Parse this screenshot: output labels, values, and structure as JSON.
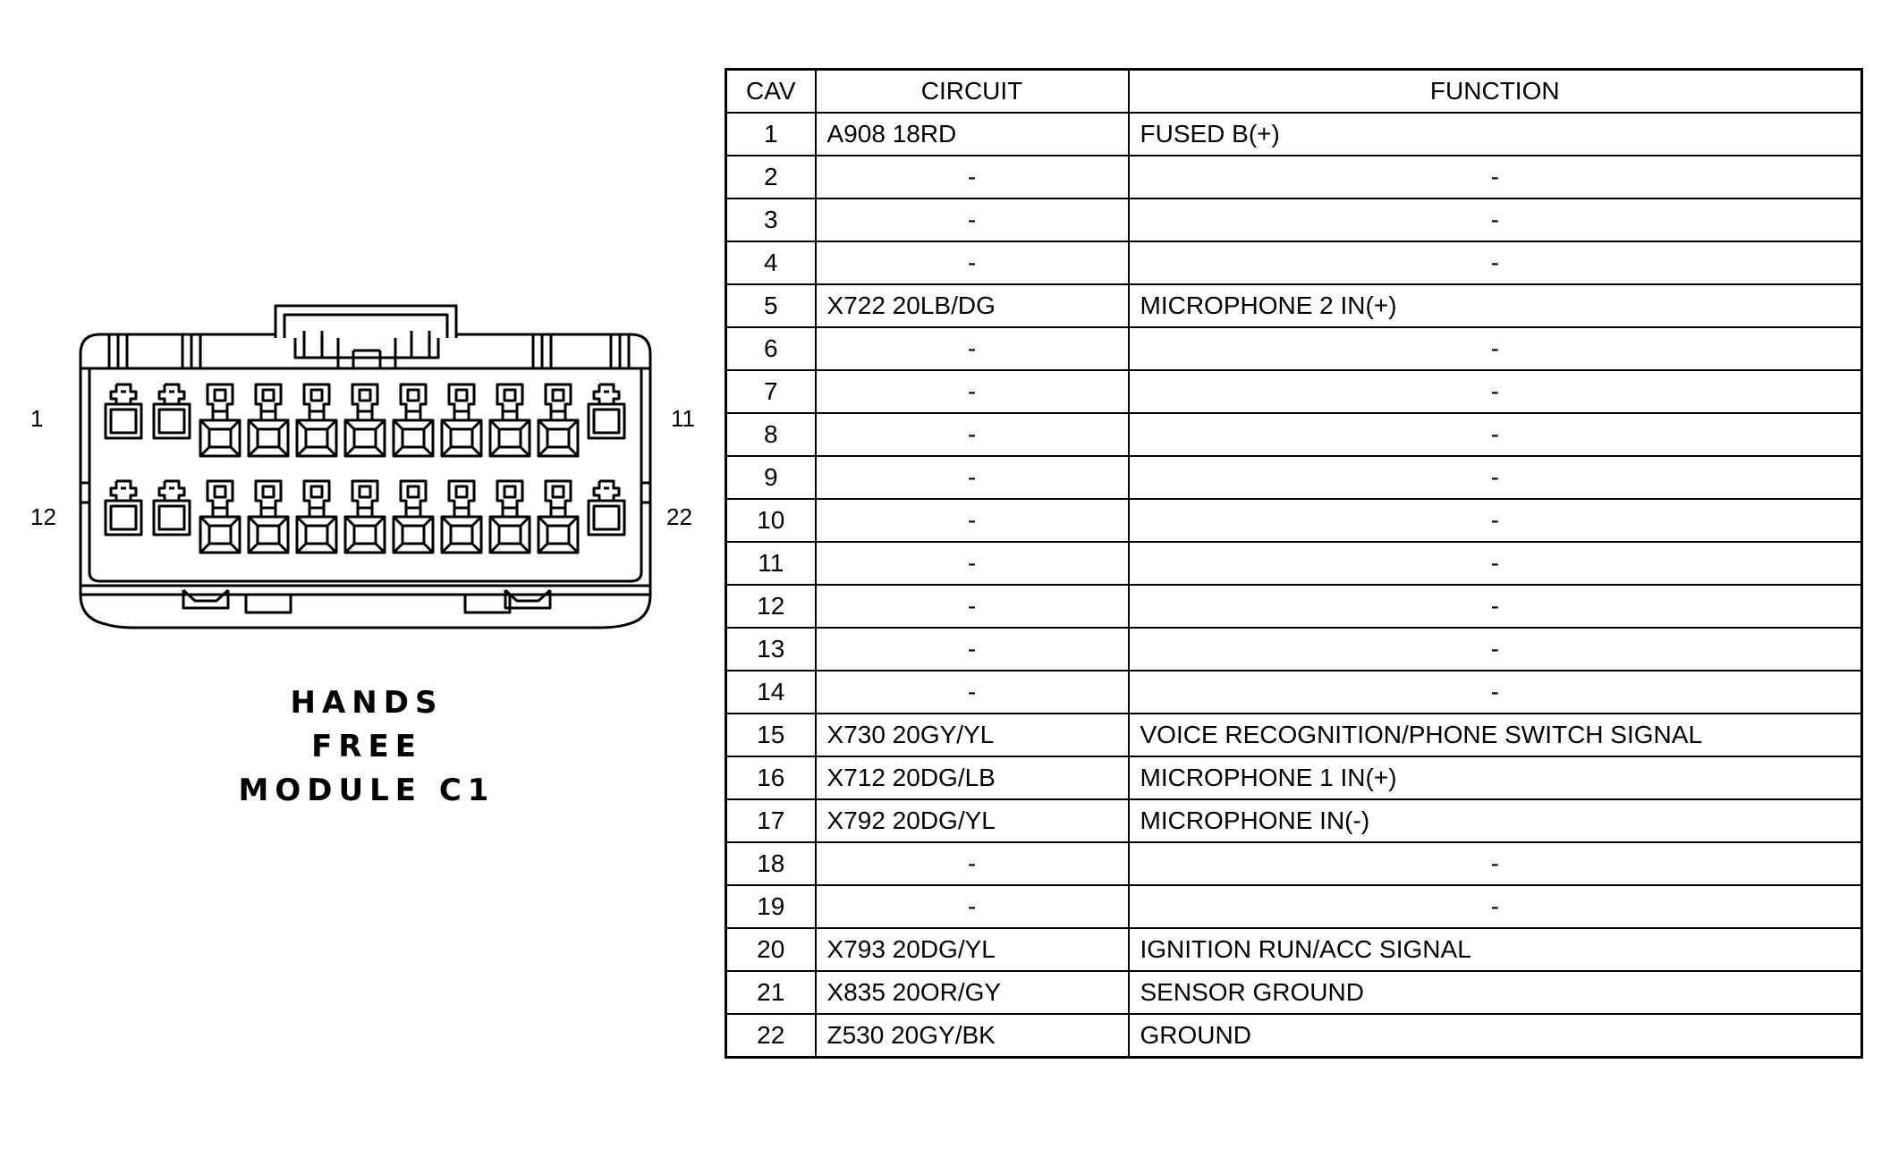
{
  "connector": {
    "title_lines": [
      "HANDS",
      "FREE",
      "MODULE C1"
    ],
    "pin_labels": {
      "top_left": "1",
      "top_right": "11",
      "bottom_left": "12",
      "bottom_right": "22"
    }
  },
  "table": {
    "headers": {
      "cav": "CAV",
      "circuit": "CIRCUIT",
      "function": "FUNCTION"
    },
    "rows": [
      {
        "cav": "1",
        "circuit": "A908 18RD",
        "function": "FUSED B(+)"
      },
      {
        "cav": "2",
        "circuit": "-",
        "function": "-"
      },
      {
        "cav": "3",
        "circuit": "-",
        "function": "-"
      },
      {
        "cav": "4",
        "circuit": "-",
        "function": "-"
      },
      {
        "cav": "5",
        "circuit": "X722 20LB/DG",
        "function": "MICROPHONE 2 IN(+)"
      },
      {
        "cav": "6",
        "circuit": "-",
        "function": "-"
      },
      {
        "cav": "7",
        "circuit": "-",
        "function": "-"
      },
      {
        "cav": "8",
        "circuit": "-",
        "function": "-"
      },
      {
        "cav": "9",
        "circuit": "-",
        "function": "-"
      },
      {
        "cav": "10",
        "circuit": "-",
        "function": "-"
      },
      {
        "cav": "11",
        "circuit": "-",
        "function": "-"
      },
      {
        "cav": "12",
        "circuit": "-",
        "function": "-"
      },
      {
        "cav": "13",
        "circuit": "-",
        "function": "-"
      },
      {
        "cav": "14",
        "circuit": "-",
        "function": "-"
      },
      {
        "cav": "15",
        "circuit": "X730 20GY/YL",
        "function": "VOICE RECOGNITION/PHONE SWITCH SIGNAL"
      },
      {
        "cav": "16",
        "circuit": "X712 20DG/LB",
        "function": "MICROPHONE 1 IN(+)"
      },
      {
        "cav": "17",
        "circuit": "X792 20DG/YL",
        "function": "MICROPHONE IN(-)"
      },
      {
        "cav": "18",
        "circuit": "-",
        "function": "-"
      },
      {
        "cav": "19",
        "circuit": "-",
        "function": "-"
      },
      {
        "cav": "20",
        "circuit": "X793 20DG/YL",
        "function": "IGNITION RUN/ACC SIGNAL"
      },
      {
        "cav": "21",
        "circuit": "X835 20OR/GY",
        "function": "SENSOR GROUND"
      },
      {
        "cav": "22",
        "circuit": "Z530 20GY/BK",
        "function": "GROUND"
      }
    ]
  }
}
